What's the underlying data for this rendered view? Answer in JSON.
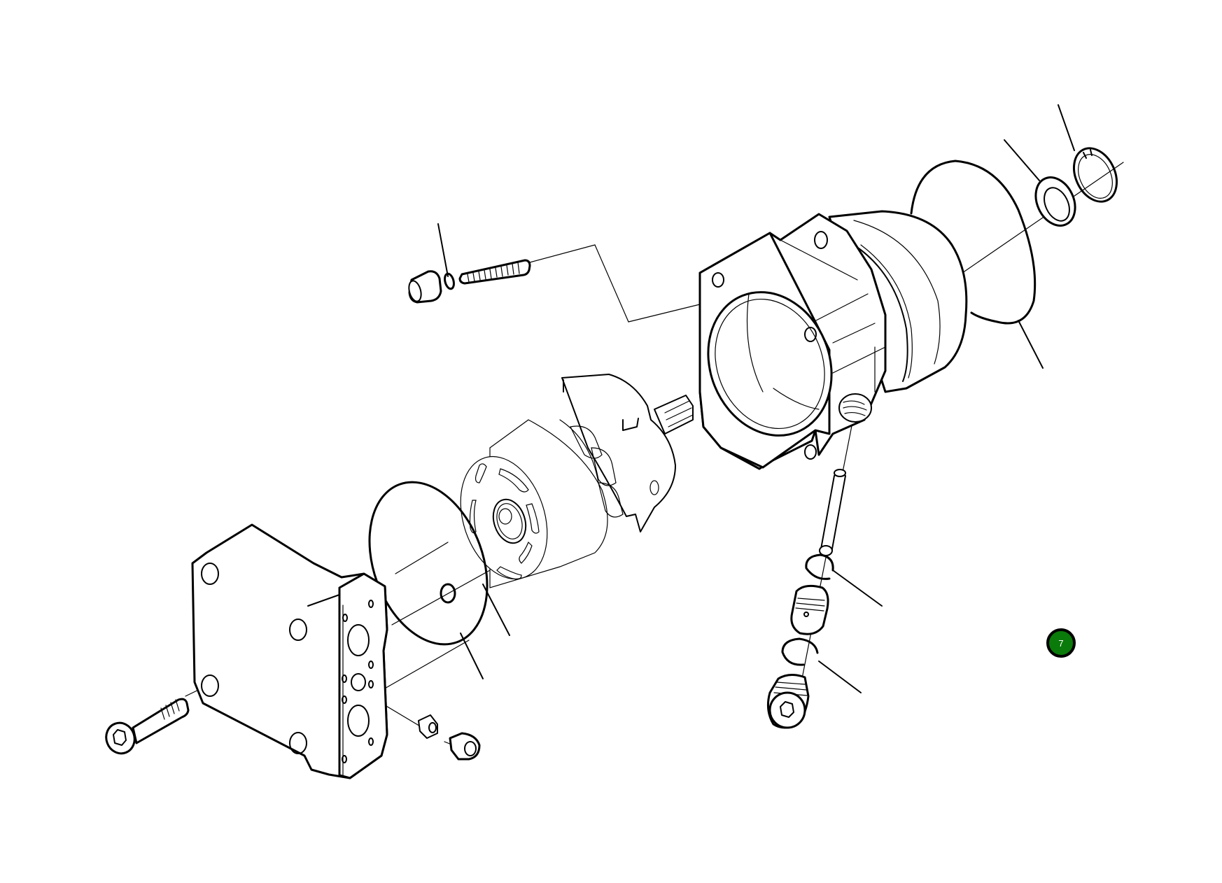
{
  "diagram": {
    "type": "exploded-parts-view",
    "subject": "hydraulic motor assembly",
    "background_color": "#ffffff",
    "line_color": "#000000",
    "parts": [
      {
        "id": "cone-cap",
        "label": "Cone cap"
      },
      {
        "id": "stud-oring",
        "label": "O-ring (stud)"
      },
      {
        "id": "threaded-stud",
        "label": "Threaded stud"
      },
      {
        "id": "motor-housing",
        "label": "Motor housing with flange"
      },
      {
        "id": "housing-gasket",
        "label": "Large gasket"
      },
      {
        "id": "shaft-seal",
        "label": "Shaft seal ring"
      },
      {
        "id": "snap-ring",
        "label": "Snap ring"
      },
      {
        "id": "rotor-group",
        "label": "Cylinder / rotor group with splined shaft"
      },
      {
        "id": "valve-plate-gasket",
        "label": "Valve plate gasket"
      },
      {
        "id": "small-oring",
        "label": "Small O-ring"
      },
      {
        "id": "end-cover",
        "label": "End cover / port block"
      },
      {
        "id": "cap-screw",
        "label": "Socket head cap screw"
      },
      {
        "id": "orifice-fitting",
        "label": "Orifice fitting"
      },
      {
        "id": "orifice-plug",
        "label": "Plug screw"
      },
      {
        "id": "valve-pin",
        "label": "Valve pin"
      },
      {
        "id": "valve-oring-upper",
        "label": "O-ring upper"
      },
      {
        "id": "valve-spool",
        "label": "Valve spool"
      },
      {
        "id": "valve-oring-lower",
        "label": "O-ring lower"
      },
      {
        "id": "valve-plug",
        "label": "Hex socket plug"
      }
    ],
    "callout": {
      "number": "7",
      "color": "#0a7a0a",
      "border_color": "#000000",
      "text_color": "#ffffff"
    }
  }
}
